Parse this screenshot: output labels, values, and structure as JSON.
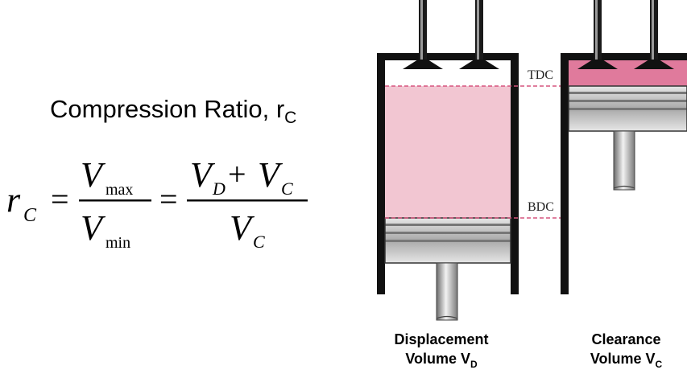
{
  "title": {
    "text": "Compression Ratio, r",
    "sub": "C"
  },
  "formula": {
    "lhs": "r",
    "lhs_sub": "C",
    "frac1_num": "V",
    "frac1_num_sub": "max",
    "frac1_den": "V",
    "frac1_den_sub": "min",
    "frac2_num_a": "V",
    "frac2_num_a_sub": "D",
    "plus": "+",
    "frac2_num_b": "V",
    "frac2_num_b_sub": "C",
    "frac2_den": "V",
    "frac2_den_sub": "C",
    "eq": "="
  },
  "labels": {
    "tdc": "TDC",
    "bdc": "BDC"
  },
  "captions": {
    "displacement_line1": "Displacement",
    "displacement_line2": "Volume V",
    "displacement_sub": "D",
    "clearance_line1": "Clearance",
    "clearance_line2": "Volume V",
    "clearance_sub": "C"
  },
  "colors": {
    "gas_volume": "#f2c6d2",
    "clearance_volume": "#e07a9c",
    "dashed_line": "#d6557e",
    "piston_grey": "#bdbdbd"
  }
}
